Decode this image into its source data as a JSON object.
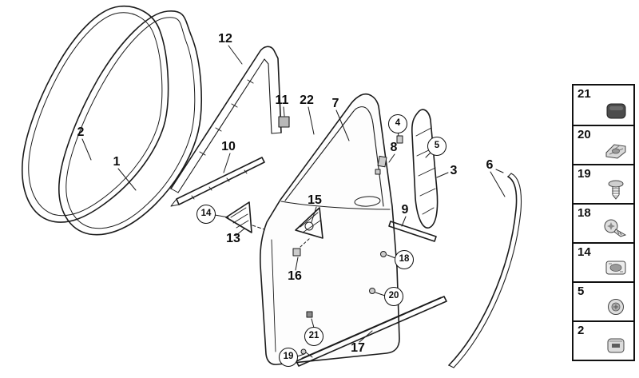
{
  "diagram": {
    "callouts": [
      {
        "label": "2",
        "circled": false
      },
      {
        "label": "1",
        "circled": false
      },
      {
        "label": "12",
        "circled": false
      },
      {
        "label": "11",
        "circled": false
      },
      {
        "label": "22",
        "circled": false
      },
      {
        "label": "7",
        "circled": false
      },
      {
        "label": "10",
        "circled": false
      },
      {
        "label": "4",
        "circled": true
      },
      {
        "label": "5",
        "circled": true
      },
      {
        "label": "8",
        "circled": false
      },
      {
        "label": "3",
        "circled": false
      },
      {
        "label": "6",
        "circled": false
      },
      {
        "label": "15",
        "circled": false
      },
      {
        "label": "9",
        "circled": false
      },
      {
        "label": "14",
        "circled": true
      },
      {
        "label": "13",
        "circled": false
      },
      {
        "label": "16",
        "circled": false
      },
      {
        "label": "18",
        "circled": true
      },
      {
        "label": "20",
        "circled": true
      },
      {
        "label": "21",
        "circled": true
      },
      {
        "label": "19",
        "circled": true
      },
      {
        "label": "17",
        "circled": false
      }
    ]
  },
  "legend": {
    "items": [
      {
        "number": "21",
        "icon": "cover-cap-icon"
      },
      {
        "number": "20",
        "icon": "clamp-nut-icon"
      },
      {
        "number": "19",
        "icon": "expansion-rivet-icon"
      },
      {
        "number": "18",
        "icon": "screw-icon"
      },
      {
        "number": "14",
        "icon": "clip-housing-icon"
      },
      {
        "number": "5",
        "icon": "blind-rivet-icon"
      },
      {
        "number": "2",
        "icon": "grommet-icon"
      }
    ]
  }
}
